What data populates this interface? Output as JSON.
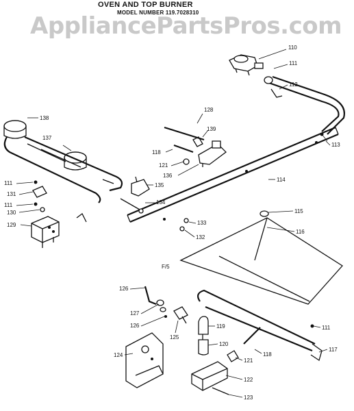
{
  "header": {
    "title": "OVEN AND TOP BURNER",
    "model_line": "MODEL NUMBER 119.7028310"
  },
  "watermark": "AppliancePartsPros.com",
  "figure_label": "F/5",
  "part_labels": [
    "110",
    "111",
    "112",
    "128",
    "139",
    "113",
    "138",
    "137",
    "118",
    "121",
    "136",
    "114",
    "111",
    "131",
    "135",
    "134",
    "111",
    "130",
    "129",
    "133",
    "132",
    "115",
    "116",
    "126",
    "127",
    "126",
    "125",
    "119",
    "120",
    "111",
    "118",
    "117",
    "124",
    "121",
    "122",
    "123"
  ]
}
